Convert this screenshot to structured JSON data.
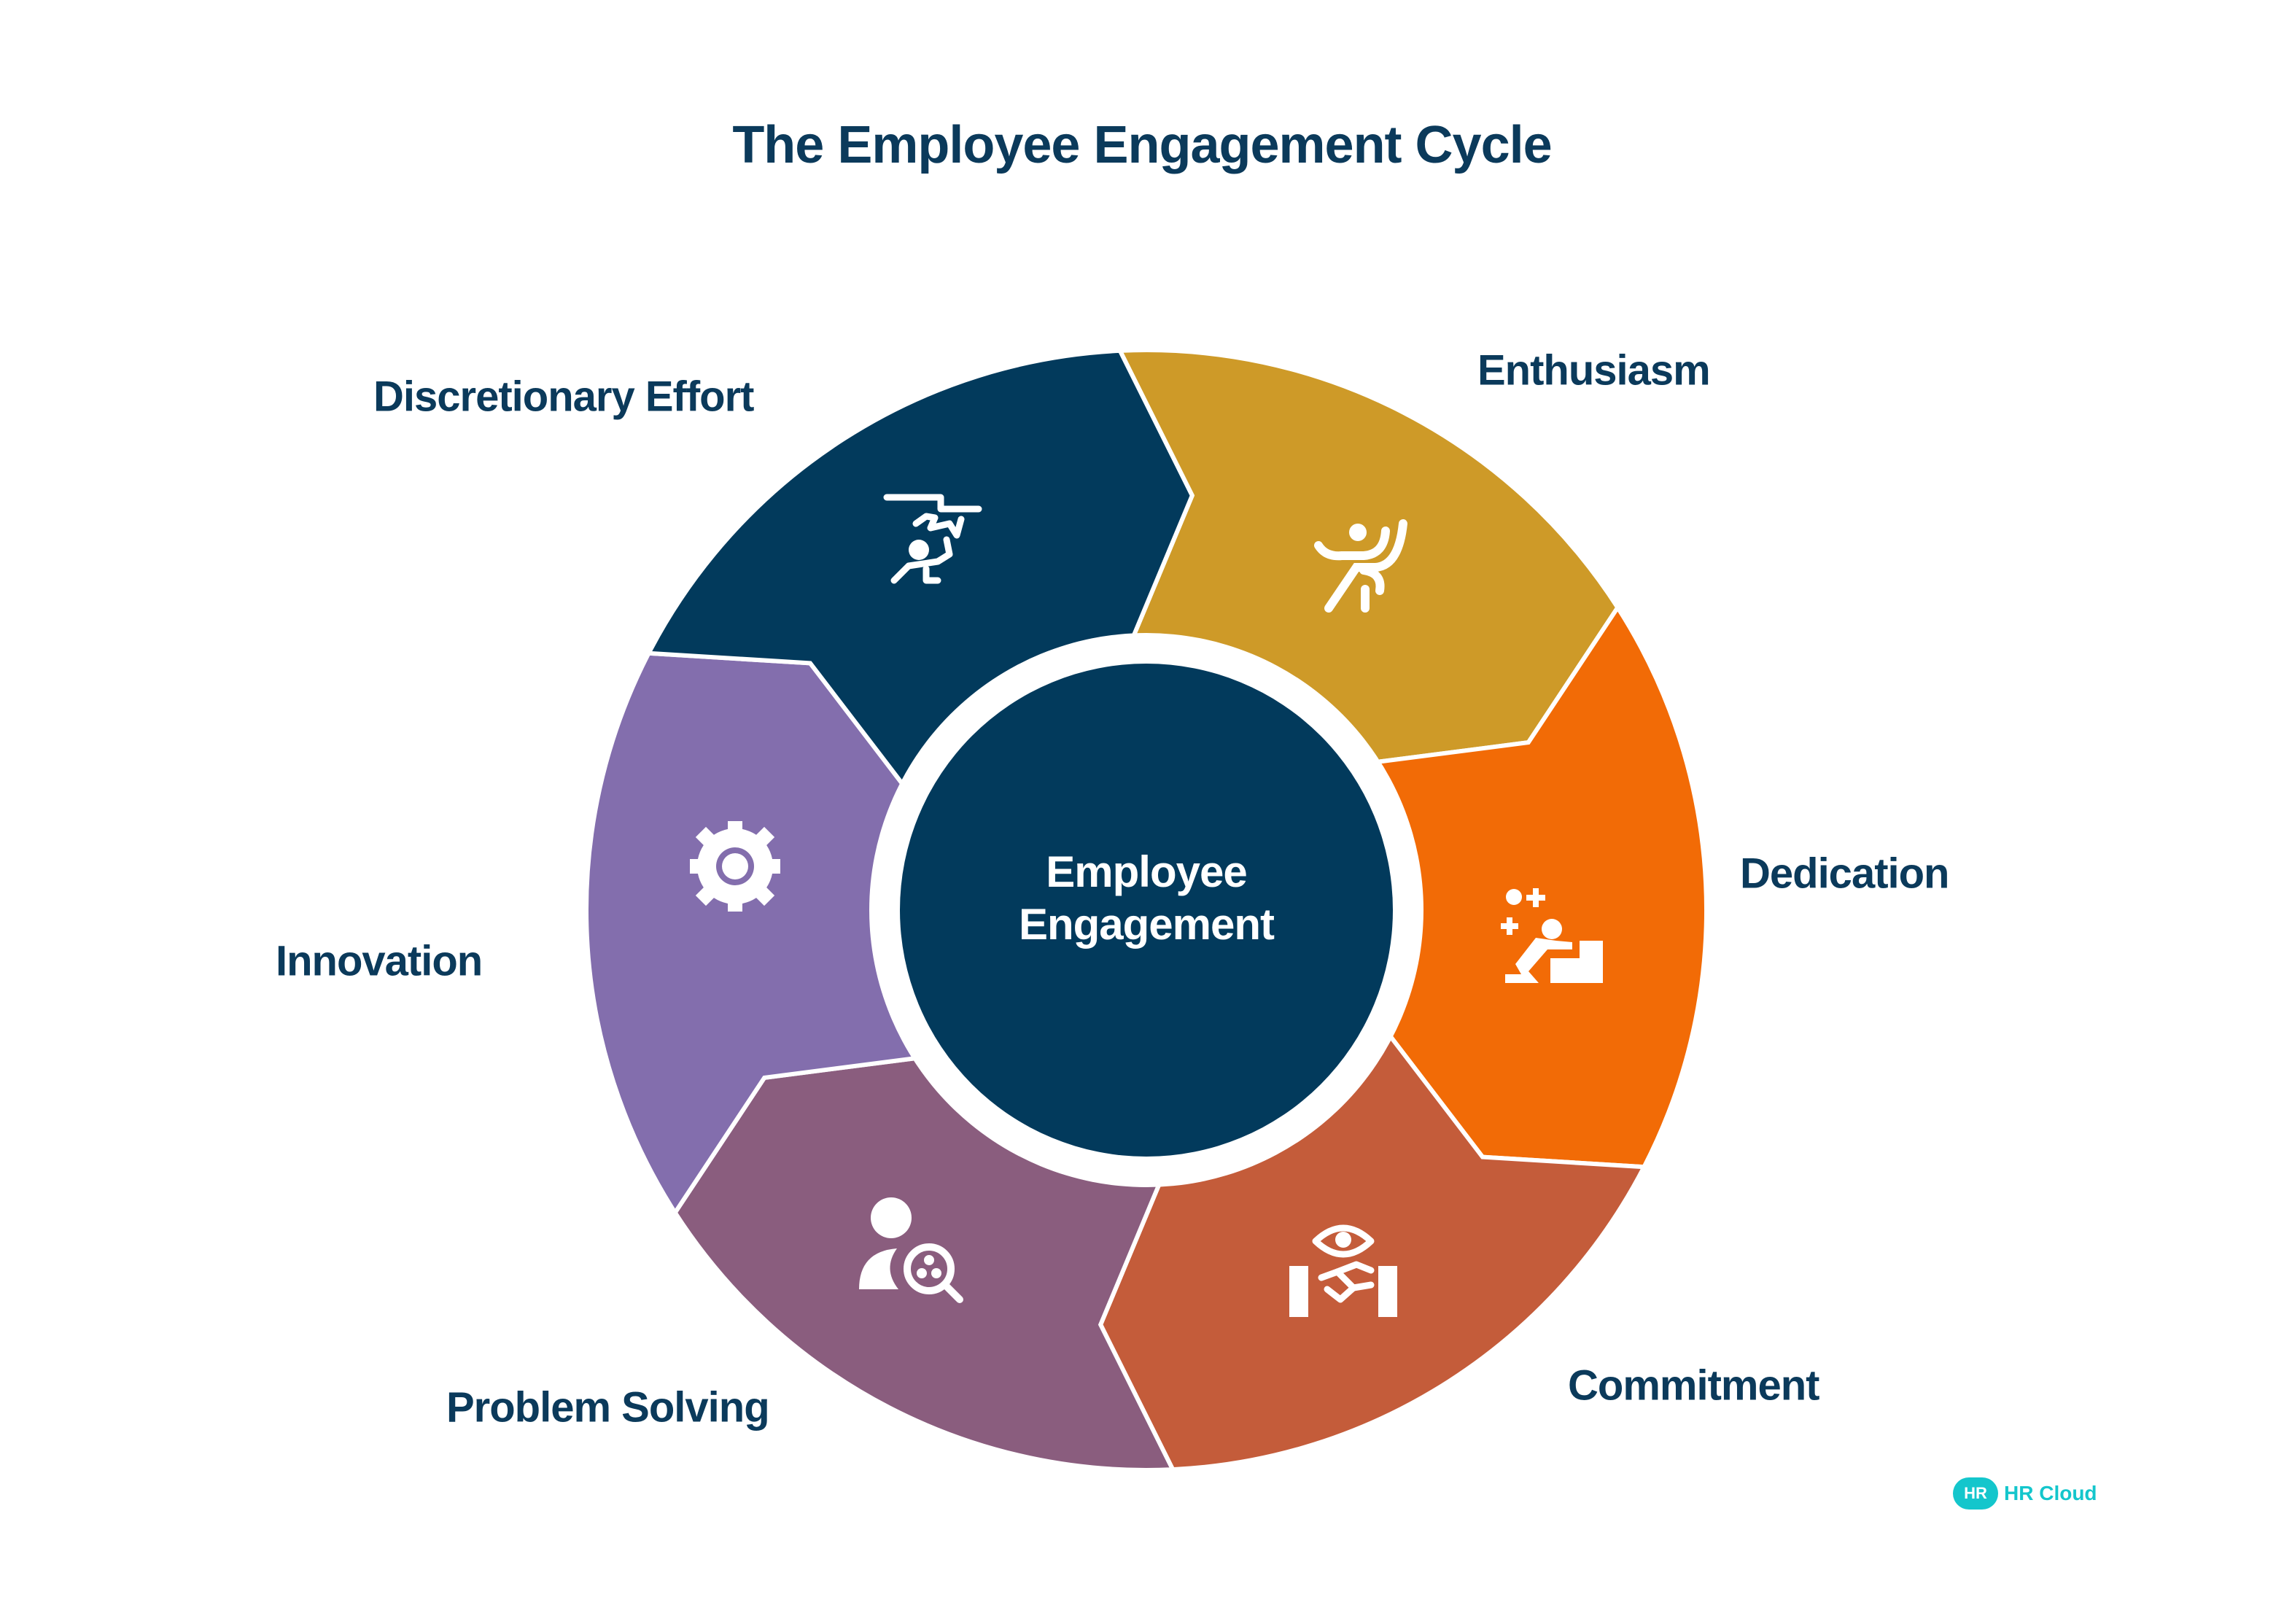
{
  "title": "The Employee Engagement Cycle",
  "center": {
    "line1": "Employee",
    "line2": "Engagement",
    "color": "#023a5c"
  },
  "segments": [
    {
      "label": "Enthusiasm",
      "color": "#ce9a28",
      "icon": "cheering-person-icon"
    },
    {
      "label": "Dedication",
      "color": "#f26b06",
      "icon": "person-climbing-steps-icon"
    },
    {
      "label": "Commitment",
      "color": "#c45c3a",
      "icon": "handshake-eye-icon"
    },
    {
      "label": "Problem Solving",
      "color": "#8a5d7e",
      "icon": "person-magnifier-icon"
    },
    {
      "label": "Innovation",
      "color": "#836ead",
      "icon": "gear-lightbulb-icon"
    },
    {
      "label": "Discretionary Effort",
      "color": "#023a5c",
      "icon": "person-climbing-stairs-icon"
    }
  ],
  "logo": {
    "badge": "HR",
    "text": "HR Cloud",
    "color": "#14c6cc"
  }
}
